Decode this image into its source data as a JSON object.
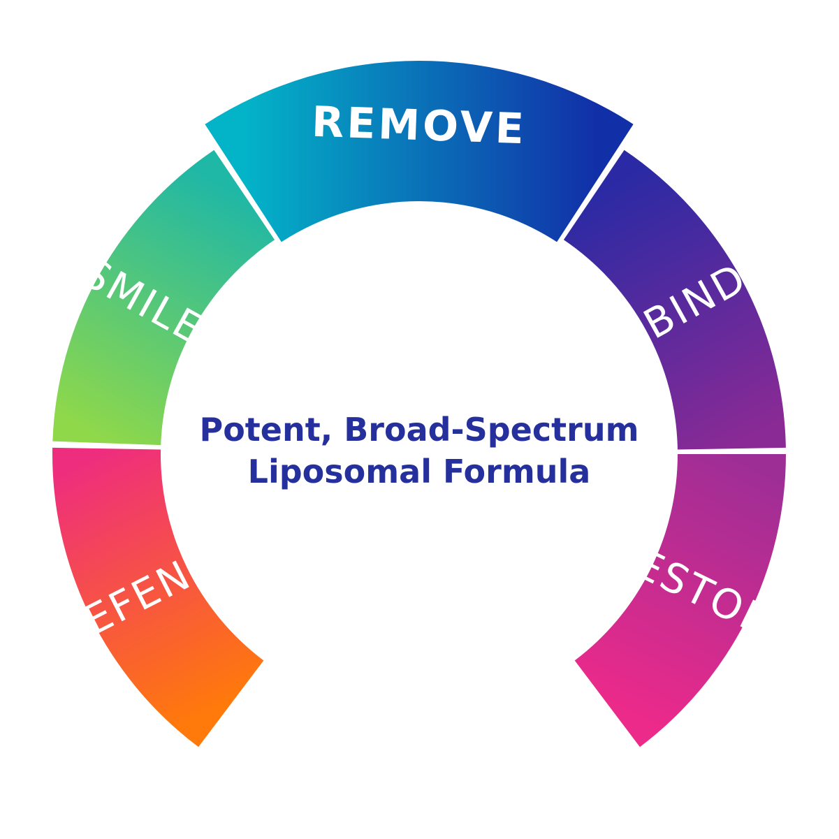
{
  "segments": [
    {
      "key": "defend",
      "label": "DEFEND",
      "bold": false,
      "colors": [
        "#ff7a0a",
        "#ee2d7e"
      ]
    },
    {
      "key": "smile",
      "label": "SMILE",
      "bold": false,
      "colors": [
        "#8fd84a",
        "#1fb7a6"
      ]
    },
    {
      "key": "remove",
      "label": "REMOVE",
      "bold": true,
      "colors": [
        "#03b4c8",
        "#1130a8"
      ]
    },
    {
      "key": "bind",
      "label": "BIND",
      "bold": false,
      "colors": [
        "#2b2aa4",
        "#8a2a95"
      ]
    },
    {
      "key": "restore",
      "label": "RESTORE",
      "bold": false,
      "colors": [
        "#9d2e96",
        "#ec2a8a"
      ]
    }
  ],
  "center": {
    "line1": "Potent, Broad-Spectrum",
    "line2": "Liposomal Formula"
  }
}
